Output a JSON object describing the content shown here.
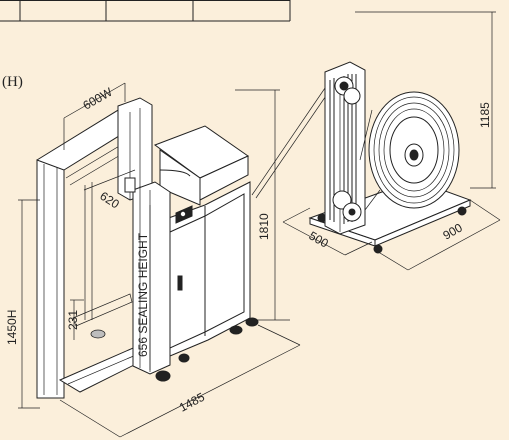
{
  "table_partial": {
    "cells": [
      "",
      "",
      "",
      ""
    ]
  },
  "machine": {
    "side_note": "(H)",
    "dims": {
      "width": "600W",
      "depth": "620",
      "height": "1450H",
      "overall_height": "1810",
      "arch_bottom": "231",
      "sealing_height": "656 SEALING HEIGHT",
      "overall_length": "1485"
    }
  },
  "dispenser": {
    "dims": {
      "height": "1185",
      "width": "500",
      "length": "900"
    }
  },
  "colors": {
    "background": "#fbefdb",
    "line": "#222222",
    "panel": "#ffffff",
    "shade": "#bdbdbd"
  }
}
